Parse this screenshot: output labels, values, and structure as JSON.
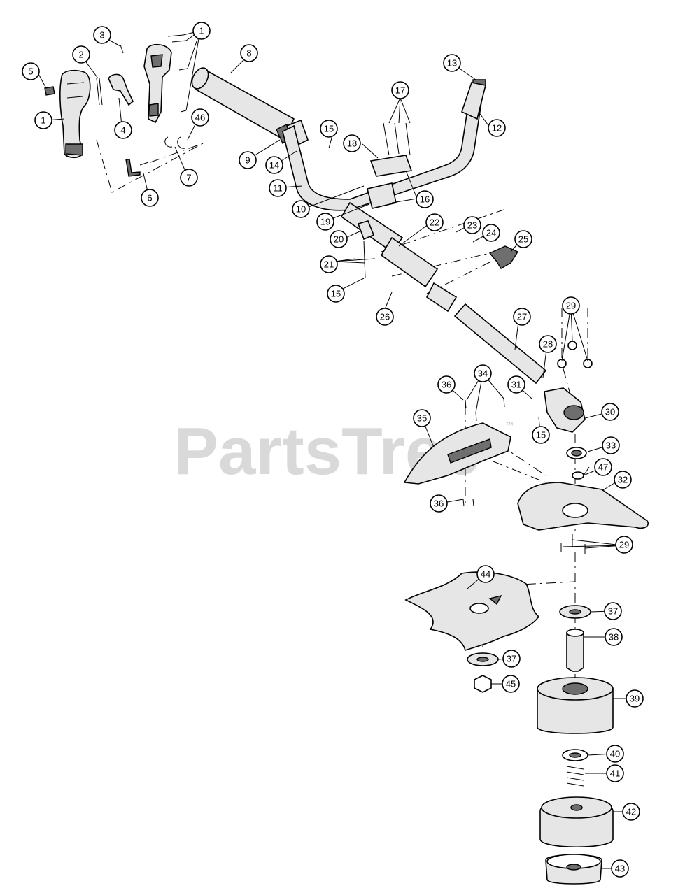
{
  "watermark": "PartsTree",
  "watermark_tm": "™",
  "callouts": [
    {
      "id": "c1a",
      "label": "1"
    },
    {
      "id": "c1b",
      "label": "1"
    },
    {
      "id": "c2",
      "label": "2"
    },
    {
      "id": "c3",
      "label": "3"
    },
    {
      "id": "c4",
      "label": "4"
    },
    {
      "id": "c5",
      "label": "5"
    },
    {
      "id": "c6",
      "label": "6"
    },
    {
      "id": "c7",
      "label": "7"
    },
    {
      "id": "c8",
      "label": "8"
    },
    {
      "id": "c9",
      "label": "9"
    },
    {
      "id": "c10",
      "label": "10"
    },
    {
      "id": "c11",
      "label": "11"
    },
    {
      "id": "c12",
      "label": "12"
    },
    {
      "id": "c13",
      "label": "13"
    },
    {
      "id": "c14",
      "label": "14"
    },
    {
      "id": "c15a",
      "label": "15"
    },
    {
      "id": "c15b",
      "label": "15"
    },
    {
      "id": "c15c",
      "label": "15"
    },
    {
      "id": "c16",
      "label": "16"
    },
    {
      "id": "c17",
      "label": "17"
    },
    {
      "id": "c18",
      "label": "18"
    },
    {
      "id": "c19",
      "label": "19"
    },
    {
      "id": "c20",
      "label": "20"
    },
    {
      "id": "c21",
      "label": "21"
    },
    {
      "id": "c22",
      "label": "22"
    },
    {
      "id": "c23",
      "label": "23"
    },
    {
      "id": "c24",
      "label": "24"
    },
    {
      "id": "c25",
      "label": "25"
    },
    {
      "id": "c26",
      "label": "26"
    },
    {
      "id": "c27",
      "label": "27"
    },
    {
      "id": "c28",
      "label": "28"
    },
    {
      "id": "c29a",
      "label": "29"
    },
    {
      "id": "c29b",
      "label": "29"
    },
    {
      "id": "c30",
      "label": "30"
    },
    {
      "id": "c31",
      "label": "31"
    },
    {
      "id": "c32",
      "label": "32"
    },
    {
      "id": "c33",
      "label": "33"
    },
    {
      "id": "c34",
      "label": "34"
    },
    {
      "id": "c35",
      "label": "35"
    },
    {
      "id": "c36a",
      "label": "36"
    },
    {
      "id": "c36b",
      "label": "36"
    },
    {
      "id": "c37a",
      "label": "37"
    },
    {
      "id": "c37b",
      "label": "37"
    },
    {
      "id": "c38",
      "label": "38"
    },
    {
      "id": "c39",
      "label": "39"
    },
    {
      "id": "c40",
      "label": "40"
    },
    {
      "id": "c41",
      "label": "41"
    },
    {
      "id": "c42",
      "label": "42"
    },
    {
      "id": "c43",
      "label": "43"
    },
    {
      "id": "c44",
      "label": "44"
    },
    {
      "id": "c45",
      "label": "45"
    },
    {
      "id": "c46",
      "label": "46"
    },
    {
      "id": "c47",
      "label": "47"
    }
  ]
}
